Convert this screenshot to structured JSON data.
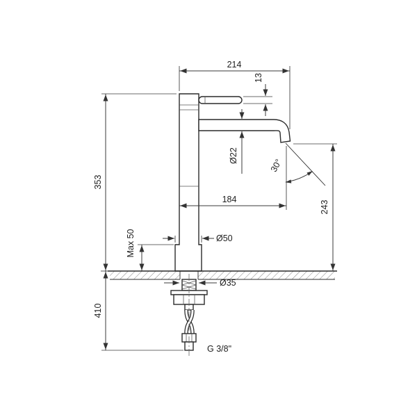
{
  "drawing": {
    "subject": "Tall single-lever basin mixer tap — dimensional drawing",
    "unit": "mm",
    "dims": {
      "overall_width": "214",
      "handle_offset": "13",
      "height_above_deck": "353",
      "spout_diameter": "Ø22",
      "stream_angle": "30°",
      "spout_reach": "184",
      "outlet_height": "243",
      "max_deck_thickness": "Max 50",
      "base_diameter": "Ø50",
      "hole_diameter": "Ø35",
      "below_deck_length": "410",
      "supply_connection": "G 3/8\""
    },
    "colors": {
      "line": "#2a2a2a",
      "dimension": "#3a3a3a",
      "background": "#ffffff"
    }
  }
}
